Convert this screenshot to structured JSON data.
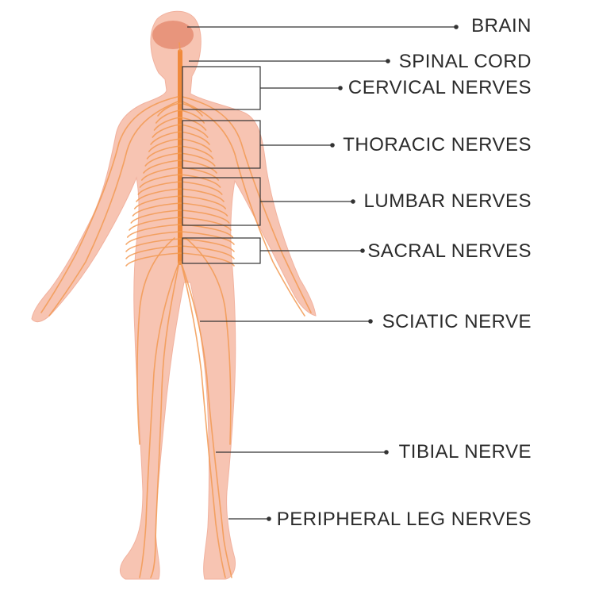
{
  "colors": {
    "skin": "#f7c4b2",
    "skin_edge": "#f1b29f",
    "brain": "#e8957c",
    "spine": "#f08a3c",
    "nerve": "#f29a52",
    "leader_line": "#333333",
    "label_text": "#2b2b2b"
  },
  "labels": {
    "brain": "BRAIN",
    "spinal_cord": "SPINAL CORD",
    "cervical": "CERVICAL NERVES",
    "thoracic": "THORACIC NERVES",
    "lumbar": "LUMBAR NERVES",
    "sacral": "SACRAL NERVES",
    "sciatic": "SCIATIC NERVE",
    "tibial": "TIBIAL NERVE",
    "peripheral": "PERIPHERAL LEG NERVES"
  }
}
